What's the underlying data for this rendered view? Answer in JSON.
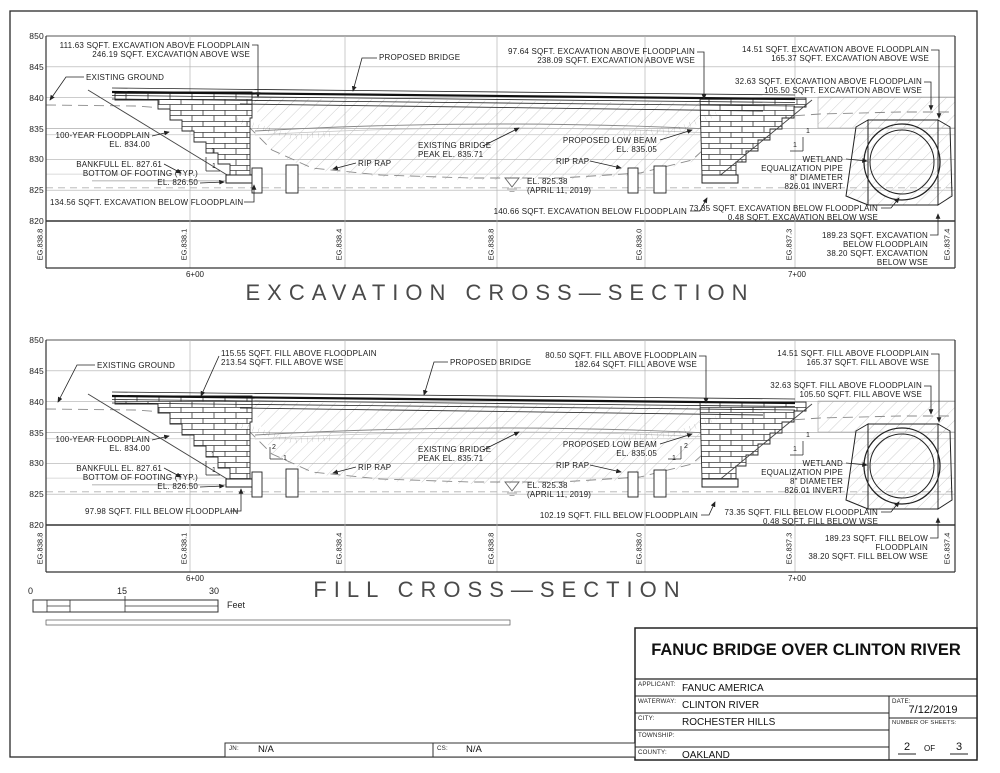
{
  "sections": [
    {
      "name": "excavation",
      "title": "EXCAVATION CROSS—SECTION",
      "axis": [
        "850",
        "845",
        "840",
        "835",
        "830",
        "825",
        "820"
      ],
      "eg": [
        "EG.838.8",
        "EG.838.1",
        "EG.838.4",
        "EG.838.8",
        "EG.838.0",
        "EG.837.3",
        "EG.837.4"
      ],
      "stations": [
        "6+00",
        "7+00"
      ],
      "labels": {
        "a1": "111.63 SQFT. EXCAVATION ABOVE FLOODPLAIN",
        "a2": "246.19 SQFT. EXCAVATION ABOVE WSE",
        "b1": "97.64 SQFT. EXCAVATION ABOVE FLOODPLAIN",
        "b2": "238.09 SQFT. EXCAVATION ABOVE WSE",
        "c1": "14.51 SQFT. EXCAVATION ABOVE FLOODPLAIN",
        "c2": "165.37 SQFT. EXCAVATION ABOVE WSE",
        "d1": "32.63 SQFT. EXCAVATION ABOVE FLOODPLAIN",
        "d2": "105.50 SQFT. EXCAVATION ABOVE WSE",
        "existing_ground": "EXISTING GROUND",
        "proposed_bridge": "PROPOSED BRIDGE",
        "existing_bridge_1": "EXISTING BRIDGE",
        "existing_bridge_2": "PEAK EL. 835.71",
        "low_beam_1": "PROPOSED LOW BEAM",
        "low_beam_2": "EL. 835.05",
        "riprap_left": "RIP RAP",
        "riprap_right": "RIP RAP",
        "floodplain_1": "100-YEAR FLOODPLAIN",
        "floodplain_2": "EL. 834.00",
        "bankfull": "BANKFULL EL. 827.61",
        "footing_1": "BOTTOM OF FOOTING (TYP.)",
        "footing_2": "EL. 826.50",
        "below_left": "134.56 SQFT. EXCAVATION BELOW FLOODPLAIN",
        "wse_1": "EL. 825.38",
        "wse_2": "(APRIL 11, 2019)",
        "below_mid": "140.66 SQFT. EXCAVATION BELOW FLOODPLAIN",
        "below_right_1": "73.35 SQFT. EXCAVATION BELOW FLOODPLAIN",
        "below_right_2": "0.48 SQFT. EXCAVATION BELOW WSE",
        "strip_1": "189.23 SQFT. EXCAVATION",
        "strip_2": "BELOW FLOODPLAIN",
        "strip_3": "38.20 SQFT. EXCAVATION",
        "strip_4": "BELOW WSE",
        "wetland_1": "WETLAND",
        "wetland_2": "EQUALIZATION PIPE",
        "wetland_3": "8\" DIAMETER",
        "wetland_4": "826.01 INVERT",
        "slope_left_v": "1",
        "slope_left_h": "1",
        "slope_right_v": "1",
        "slope_right_h": "1",
        "rs_left_v": "",
        "rs_left_h": "",
        "rs_right_v": "",
        "rs_right_h": ""
      }
    },
    {
      "name": "fill",
      "title": "FILL CROSS—SECTION",
      "axis": [
        "850",
        "845",
        "840",
        "835",
        "830",
        "825",
        "820"
      ],
      "eg": [
        "EG.838.8",
        "EG.838.1",
        "EG.838.4",
        "EG.838.8",
        "EG.838.0",
        "EG.837.3",
        "EG.837.4"
      ],
      "stations": [
        "6+00",
        "7+00"
      ],
      "labels": {
        "a1": "115.55 SQFT. FILL ABOVE FLOODPLAIN",
        "a2": "213.54 SQFT. FILL ABOVE WSE",
        "b1": "80.50 SQFT. FILL ABOVE FLOODPLAIN",
        "b2": "182.64 SQFT. FILL ABOVE WSE",
        "c1": "14.51 SQFT. FILL ABOVE FLOODPLAIN",
        "c2": "165.37 SQFT. FILL ABOVE WSE",
        "d1": "32.63 SQFT. FILL ABOVE FLOODPLAIN",
        "d2": "105.50 SQFT. FILL ABOVE WSE",
        "existing_ground": "EXISTING GROUND",
        "proposed_bridge": "PROPOSED BRIDGE",
        "existing_bridge_1": "EXISTING BRIDGE",
        "existing_bridge_2": "PEAK EL. 835.71",
        "low_beam_1": "PROPOSED LOW BEAM",
        "low_beam_2": "EL. 835.05",
        "riprap_left": "RIP RAP",
        "riprap_right": "RIP RAP",
        "floodplain_1": "100-YEAR FLOODPLAIN",
        "floodplain_2": "EL. 834.00",
        "bankfull": "BANKFULL EL. 827.61",
        "footing_1": "BOTTOM OF FOOTING (TYP.)",
        "footing_2": "EL. 826.50",
        "below_left": "97.98 SQFT. FILL BELOW FLOODPLAIN",
        "wse_1": "EL. 825.38",
        "wse_2": "(APRIL 11, 2019)",
        "below_mid": "102.19 SQFT. FILL BELOW FLOODPLAIN",
        "below_right_1": "73.35 SQFT. FILL BELOW FLOODPLAIN",
        "below_right_2": "0.48 SQFT. FILL BELOW WSE",
        "strip_1": "189.23 SQFT. FILL BELOW",
        "strip_2": "FLOODPLAIN",
        "strip_3": "38.20 SQFT. FILL BELOW WSE",
        "strip_4": "",
        "wetland_1": "WETLAND",
        "wetland_2": "EQUALIZATION PIPE",
        "wetland_3": "8\" DIAMETER",
        "wetland_4": "826.01 INVERT",
        "slope_left_v": "1",
        "slope_left_h": "1",
        "slope_right_v": "1",
        "slope_right_h": "1",
        "rs_left_v": "2",
        "rs_left_h": "1",
        "rs_right_v": "2",
        "rs_right_h": "1"
      }
    }
  ],
  "scale_bar": {
    "ticks": [
      "0",
      "15",
      "30"
    ],
    "unit": "Feet"
  },
  "title_block": {
    "title": "FANUC BRIDGE OVER CLINTON RIVER",
    "applicant_label": "APPLICANT:",
    "applicant": "FANUC AMERICA",
    "waterway_label": "WATERWAY:",
    "waterway": "CLINTON RIVER",
    "city_label": "CITY:",
    "city": "ROCHESTER HILLS",
    "township_label": "TOWNSHIP:",
    "township": "",
    "county_label": "COUNTY:",
    "county": "OAKLAND",
    "date_label": "DATE:",
    "date": "7/12/2019",
    "sheets_label": "NUMBER OF SHEETS:",
    "sheet_number": "2",
    "sheet_separator": "OF",
    "sheet_total": "3"
  },
  "footer": {
    "jn_label": "JN:",
    "jn_value": "N/A",
    "cs_label": "CS:",
    "cs_value": "N/A"
  }
}
